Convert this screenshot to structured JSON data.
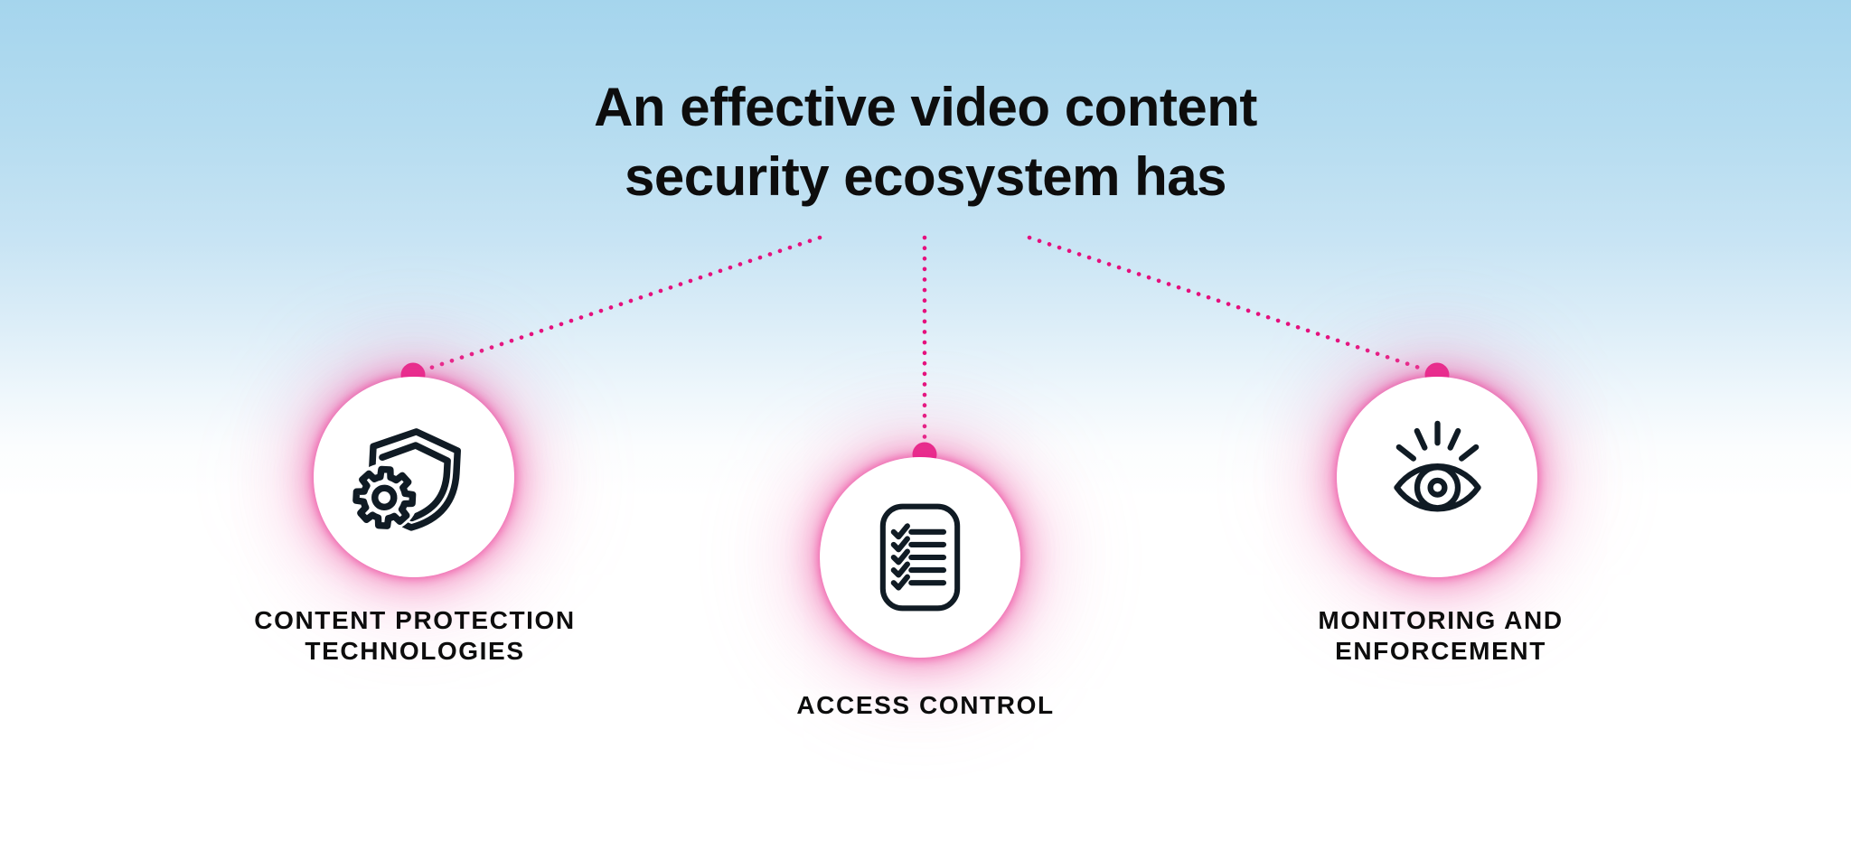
{
  "title": {
    "line1": "An effective video content",
    "line2": "security ecosystem has"
  },
  "nodes": [
    {
      "icon": "shield-gear-icon",
      "label_lines": [
        "CONTENT PROTECTION",
        "TECHNOLOGIES"
      ]
    },
    {
      "icon": "checklist-icon",
      "label_lines": [
        "ACCESS CONTROL"
      ]
    },
    {
      "icon": "eye-icon",
      "label_lines": [
        "MONITORING AND",
        "ENFORCEMENT"
      ]
    }
  ],
  "colors": {
    "accent_pink": "#e5107d",
    "icon_stroke": "#101b24",
    "circle_fill": "#ffffff",
    "background_top_blue": "#a5d5ed",
    "background_bottom": "#ffffff",
    "text_color": "#0d0d0d"
  }
}
